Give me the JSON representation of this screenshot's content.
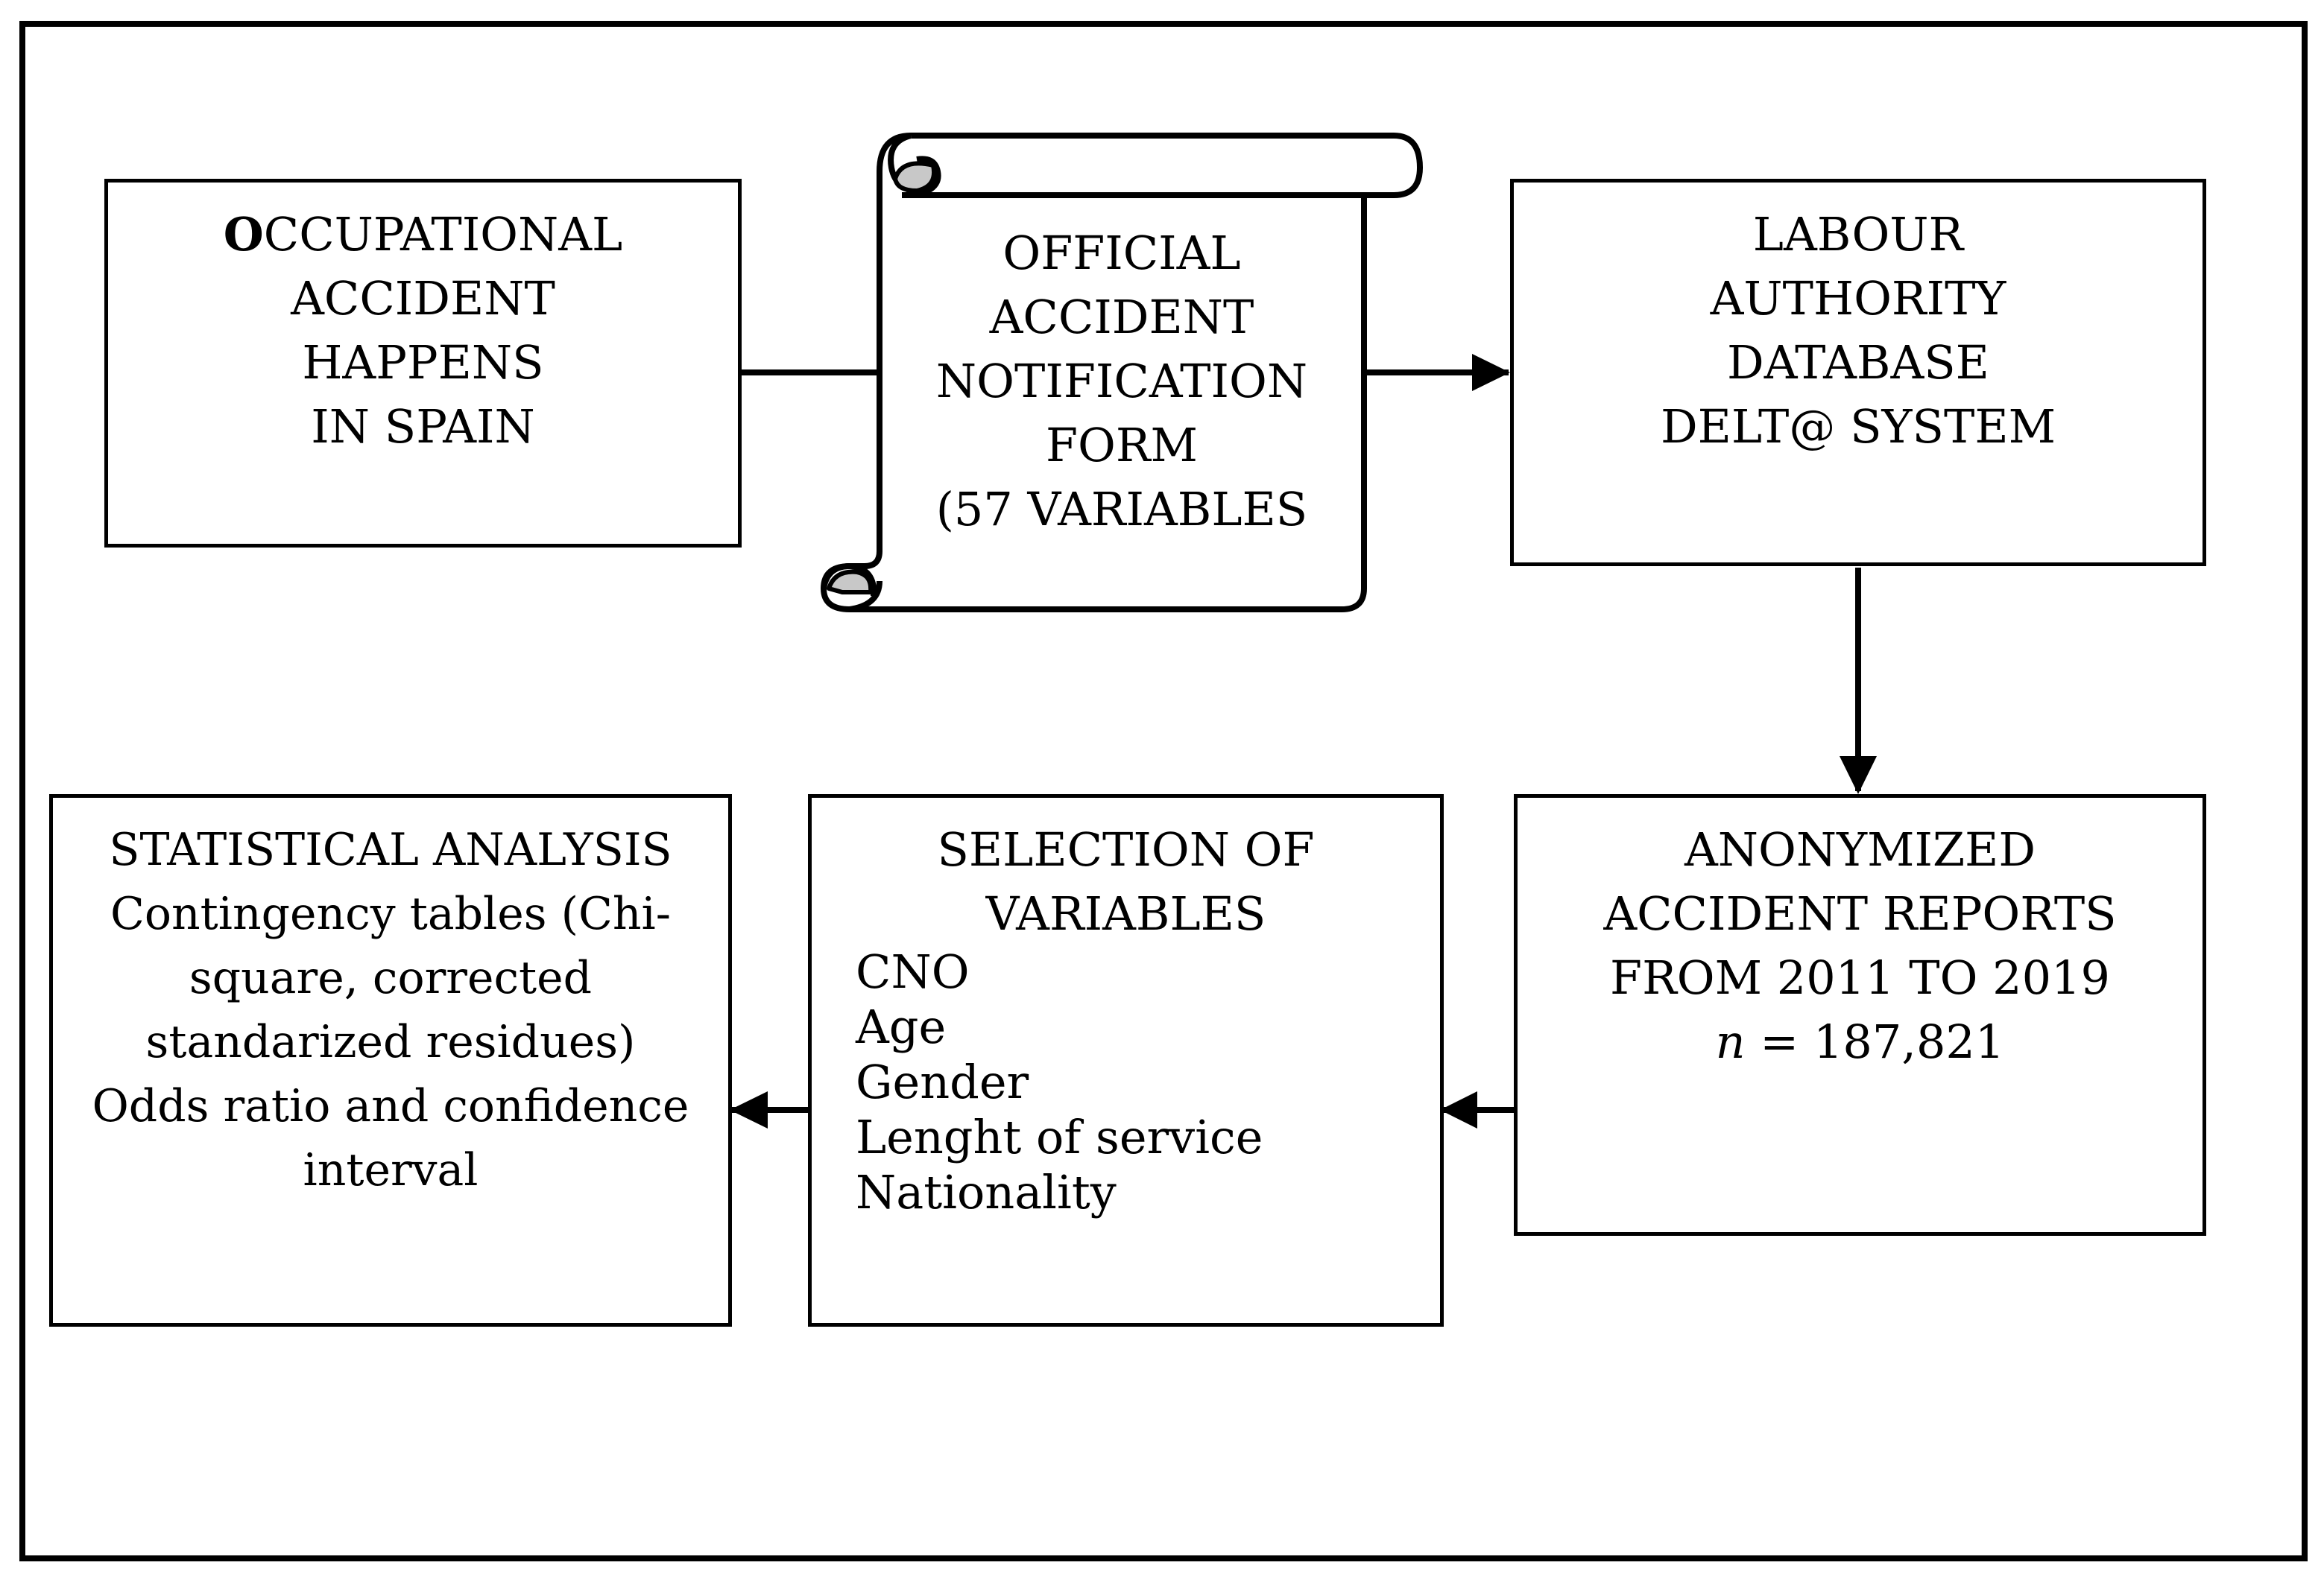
{
  "nodes": {
    "occupational_accident": {
      "first_letter": "O",
      "rest_first_line": "CCUPATIONAL",
      "lines": [
        "ACCIDENT",
        "HAPPENS",
        "IN SPAIN"
      ]
    },
    "notification_form": {
      "lines": [
        "OFFICIAL",
        "ACCIDENT",
        "NOTIFICATION",
        "FORM",
        "(57 VARIABLES"
      ]
    },
    "labour_authority": {
      "lines": [
        "LABOUR",
        "AUTHORITY",
        "DATABASE",
        "DELT@ SYSTEM"
      ]
    },
    "anonymized_reports": {
      "lines": [
        "ANONYMIZED",
        "ACCIDENT REPORTS",
        "FROM 2011 TO 2019"
      ],
      "n_symbol": "n",
      "n_value": " = 187,821"
    },
    "selection_of_variables": {
      "title_lines": [
        "SELECTION OF",
        "VARIABLES"
      ],
      "items": [
        "CNO",
        "Age",
        "Gender",
        "Lenght of service",
        "Nationality"
      ]
    },
    "statistical_analysis": {
      "lines": [
        "STATISTICAL ANALYSIS",
        "Contingency tables (Chi-",
        "square, corrected",
        "standarized residues)",
        "Odds ratio and confidence",
        "interval"
      ]
    }
  }
}
